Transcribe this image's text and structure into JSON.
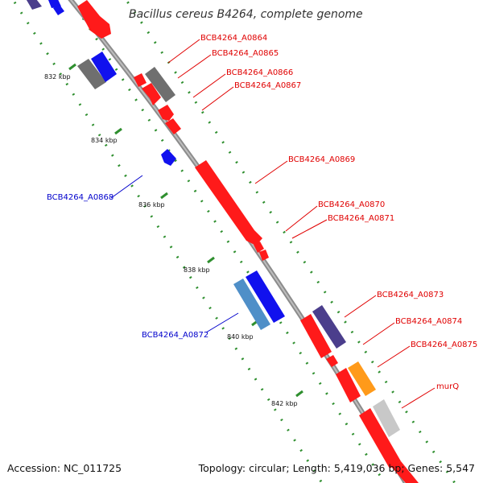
{
  "title": "Bacillus cereus B4264, complete genome",
  "footer": {
    "accession": "Accession: NC_011725",
    "summary": "Topology: circular; Length: 5,419,036 bp; Genes: 5,547"
  },
  "colors": {
    "backbone": "#8c8c8c",
    "tick_dots": "#2f8f2f",
    "red_gene": "#ff1a1a",
    "blue_gene": "#1111ee",
    "gray_gene": "#777777",
    "purple_gene": "#4b3e8c",
    "steel_gene": "#4f8fc8",
    "orange_gene": "#ff9a1a",
    "lightgray_gene": "#c8c8c8",
    "label_red": "#e00000",
    "label_blue": "#0000cc"
  },
  "ticks": [
    "832 kbp",
    "834 kbp",
    "836 kbp",
    "838 kbp",
    "840 kbp",
    "842 kbp"
  ],
  "labels": [
    {
      "text": "BCB4264_A0864",
      "strand": "plus"
    },
    {
      "text": "BCB4264_A0865",
      "strand": "plus"
    },
    {
      "text": "BCB4264_A0866",
      "strand": "plus"
    },
    {
      "text": "BCB4264_A0867",
      "strand": "plus"
    },
    {
      "text": "BCB4264_A0868",
      "strand": "minus"
    },
    {
      "text": "BCB4264_A0869",
      "strand": "plus"
    },
    {
      "text": "BCB4264_A0870",
      "strand": "plus"
    },
    {
      "text": "BCB4264_A0871",
      "strand": "plus"
    },
    {
      "text": "BCB4264_A0872",
      "strand": "minus"
    },
    {
      "text": "BCB4264_A0873",
      "strand": "plus"
    },
    {
      "text": "BCB4264_A0874",
      "strand": "plus"
    },
    {
      "text": "BCB4264_A0875",
      "strand": "plus"
    },
    {
      "text": "murQ",
      "strand": "plus"
    }
  ]
}
